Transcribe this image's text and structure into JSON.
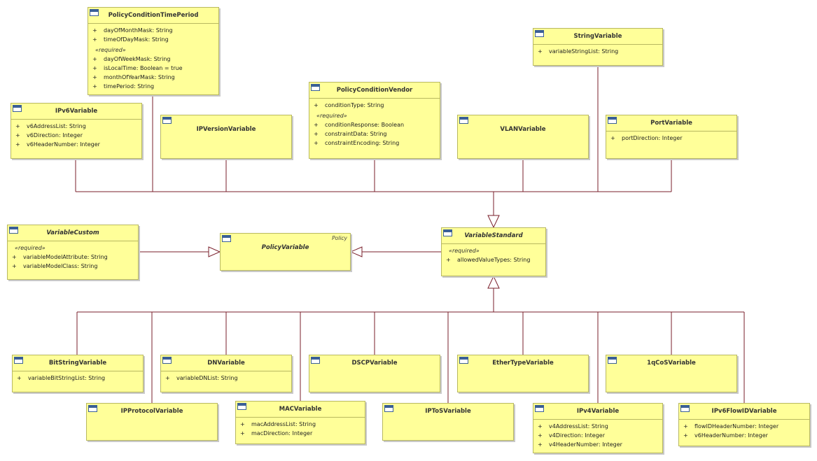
{
  "diagram": {
    "classes": [
      {
        "id": "PolicyConditionTimePeriod",
        "name": "PolicyConditionTimePeriod",
        "abstract": false,
        "package": "",
        "sections": [
          {
            "stereotype": "",
            "attributes": [
              {
                "vis": "+",
                "text": "dayOfMonthMask: String"
              },
              {
                "vis": "+",
                "text": "timeOfDayMask: String"
              }
            ]
          },
          {
            "stereotype": "«required»",
            "attributes": [
              {
                "vis": "+",
                "text": "dayOfWeekMask: String"
              },
              {
                "vis": "+",
                "text": "isLocalTime: Boolean = true"
              },
              {
                "vis": "+",
                "text": "monthOfYearMask: String"
              },
              {
                "vis": "+",
                "text": "timePeriod: String"
              }
            ]
          }
        ]
      },
      {
        "id": "StringVariable",
        "name": "StringVariable",
        "abstract": false,
        "package": "",
        "sections": [
          {
            "stereotype": "",
            "attributes": [
              {
                "vis": "+",
                "text": "variableStringList: String"
              }
            ]
          }
        ]
      },
      {
        "id": "IPv6Variable",
        "name": "IPv6Variable",
        "abstract": false,
        "package": "",
        "sections": [
          {
            "stereotype": "",
            "attributes": [
              {
                "vis": "+",
                "text": "v6AddressList: String"
              },
              {
                "vis": "+",
                "text": "v6Direction: Integer"
              },
              {
                "vis": "+",
                "text": "v6HeaderNumber: Integer"
              }
            ]
          }
        ]
      },
      {
        "id": "IPVersionVariable",
        "name": "IPVersionVariable",
        "abstract": false,
        "package": "",
        "sections": []
      },
      {
        "id": "PolicyConditionVendor",
        "name": "PolicyConditionVendor",
        "abstract": false,
        "package": "",
        "sections": [
          {
            "stereotype": "",
            "attributes": [
              {
                "vis": "+",
                "text": "conditionType: String"
              }
            ]
          },
          {
            "stereotype": "«required»",
            "attributes": [
              {
                "vis": "+",
                "text": "conditionResponse: Boolean"
              },
              {
                "vis": "+",
                "text": "constraintData: String"
              },
              {
                "vis": "+",
                "text": "constraintEncoding: String"
              }
            ]
          }
        ]
      },
      {
        "id": "VLANVariable",
        "name": "VLANVariable",
        "abstract": false,
        "package": "",
        "sections": []
      },
      {
        "id": "PortVariable",
        "name": "PortVariable",
        "abstract": false,
        "package": "",
        "sections": [
          {
            "stereotype": "",
            "attributes": [
              {
                "vis": "+",
                "text": "portDirection: Integer"
              }
            ]
          }
        ]
      },
      {
        "id": "VariableCustom",
        "name": "VariableCustom",
        "abstract": true,
        "package": "",
        "sections": [
          {
            "stereotype": "«required»",
            "attributes": [
              {
                "vis": "+",
                "text": "variableModelAttribute: String"
              },
              {
                "vis": "+",
                "text": "variableModelClass: String"
              }
            ]
          }
        ]
      },
      {
        "id": "PolicyVariable",
        "name": "PolicyVariable",
        "abstract": true,
        "package": "Policy",
        "sections": []
      },
      {
        "id": "VariableStandard",
        "name": "VariableStandard",
        "abstract": true,
        "package": "",
        "sections": [
          {
            "stereotype": "«required»",
            "attributes": [
              {
                "vis": "+",
                "text": "allowedValueTypes: String"
              }
            ]
          }
        ]
      },
      {
        "id": "BitStringVariable",
        "name": "BitStringVariable",
        "abstract": false,
        "package": "",
        "sections": [
          {
            "stereotype": "",
            "attributes": [
              {
                "vis": "+",
                "text": "variableBitStringList: String"
              }
            ]
          }
        ]
      },
      {
        "id": "DNVariable",
        "name": "DNVariable",
        "abstract": false,
        "package": "",
        "sections": [
          {
            "stereotype": "",
            "attributes": [
              {
                "vis": "+",
                "text": "variableDNList: String"
              }
            ]
          }
        ]
      },
      {
        "id": "DSCPVariable",
        "name": "DSCPVariable",
        "abstract": false,
        "package": "",
        "sections": []
      },
      {
        "id": "EtherTypeVariable",
        "name": "EtherTypeVariable",
        "abstract": false,
        "package": "",
        "sections": []
      },
      {
        "id": "1qCoSVariable",
        "name": "1qCoSVariable",
        "abstract": false,
        "package": "",
        "sections": []
      },
      {
        "id": "IPProtocolVariable",
        "name": "IPProtocolVariable",
        "abstract": false,
        "package": "",
        "sections": []
      },
      {
        "id": "MACVariable",
        "name": "MACVariable",
        "abstract": false,
        "package": "",
        "sections": [
          {
            "stereotype": "",
            "attributes": [
              {
                "vis": "+",
                "text": "macAddressList: String"
              },
              {
                "vis": "+",
                "text": "macDirection: Integer"
              }
            ]
          }
        ]
      },
      {
        "id": "IPToSVariable",
        "name": "IPToSVariable",
        "abstract": false,
        "package": "",
        "sections": []
      },
      {
        "id": "IPv4Variable",
        "name": "IPv4Variable",
        "abstract": false,
        "package": "",
        "sections": [
          {
            "stereotype": "",
            "attributes": [
              {
                "vis": "+",
                "text": "v4AddressList: String"
              },
              {
                "vis": "+",
                "text": "v4Direction: Integer"
              },
              {
                "vis": "+",
                "text": "v4HeaderNumber: Integer"
              }
            ]
          }
        ]
      },
      {
        "id": "IPv6FlowIDVariable",
        "name": "IPv6FlowIDVariable",
        "abstract": false,
        "package": "",
        "sections": [
          {
            "stereotype": "",
            "attributes": [
              {
                "vis": "+",
                "text": "flowIDHeaderNumber: Integer"
              },
              {
                "vis": "+",
                "text": "v6HeaderNumber: Integer"
              }
            ]
          }
        ]
      }
    ],
    "generalizations": [
      {
        "from": "PolicyConditionTimePeriod",
        "to": "VariableStandard"
      },
      {
        "from": "IPv6Variable",
        "to": "VariableStandard"
      },
      {
        "from": "IPVersionVariable",
        "to": "VariableStandard"
      },
      {
        "from": "PolicyConditionVendor",
        "to": "VariableStandard"
      },
      {
        "from": "VLANVariable",
        "to": "VariableStandard"
      },
      {
        "from": "StringVariable",
        "to": "VariableStandard"
      },
      {
        "from": "PortVariable",
        "to": "VariableStandard"
      },
      {
        "from": "VariableCustom",
        "to": "PolicyVariable"
      },
      {
        "from": "VariableStandard",
        "to": "PolicyVariable"
      },
      {
        "from": "BitStringVariable",
        "to": "VariableStandard"
      },
      {
        "from": "IPProtocolVariable",
        "to": "VariableStandard"
      },
      {
        "from": "DNVariable",
        "to": "VariableStandard"
      },
      {
        "from": "MACVariable",
        "to": "VariableStandard"
      },
      {
        "from": "DSCPVariable",
        "to": "VariableStandard"
      },
      {
        "from": "IPToSVariable",
        "to": "VariableStandard"
      },
      {
        "from": "EtherTypeVariable",
        "to": "VariableStandard"
      },
      {
        "from": "IPv4Variable",
        "to": "VariableStandard"
      },
      {
        "from": "1qCoSVariable",
        "to": "VariableStandard"
      },
      {
        "from": "IPv6FlowIDVariable",
        "to": "VariableStandard"
      }
    ],
    "colors": {
      "class_fill": "#ffff99",
      "class_border": "#b8b860",
      "connector": "#7a1f2b",
      "icon": "#3a5f96"
    }
  }
}
